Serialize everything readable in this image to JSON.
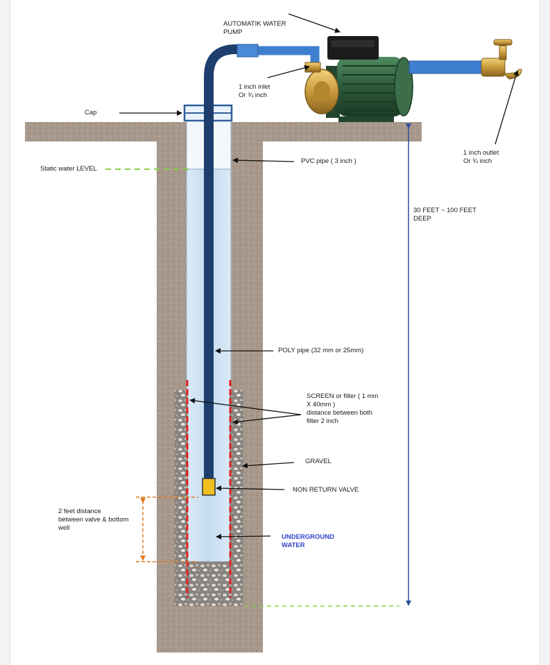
{
  "labels": {
    "pump": "AUTOMATIK WATER\nPUMP",
    "inlet": "1 inch inlet\nOr ¾ inch",
    "outlet": "1 inch outlet\nOr ¾ inch",
    "cap": "Cap",
    "static_level": "Static water LEVEL",
    "pvc_pipe": "PVC pipe ( 3 inch )",
    "depth": "30 FEET ~ 100 FEET\nDEEP",
    "poly_pipe": "POLY pipe (32 mm or 25mm)",
    "screen": "SCREEN or filter ( 1 mm\nX 40mm )\ndistance between both\nfilter 2 inch",
    "gravel": "GRAVEL",
    "nrv": "NON RETURN VALVE",
    "valve_distance": "2 feet distance\nbetween valve & bottom\nwell",
    "underground": "UNDERGROUND\nWATER"
  },
  "colors": {
    "soil": "#a8998c",
    "water": "#cfe4f6",
    "poly_pipe": "#1e3f6e",
    "inlet_pipe": "#3f7fcf",
    "screen": "#e02020",
    "valve": "#f0c020",
    "dim_orange": "#e07b20",
    "dim_blue": "#2b4f9a",
    "level_green": "#88cc44",
    "pump_body": "#2d5a3a",
    "brass": "#c99a3c"
  },
  "icons": [
    "water-pump-icon",
    "brass-tap-icon",
    "gravel-icon"
  ]
}
